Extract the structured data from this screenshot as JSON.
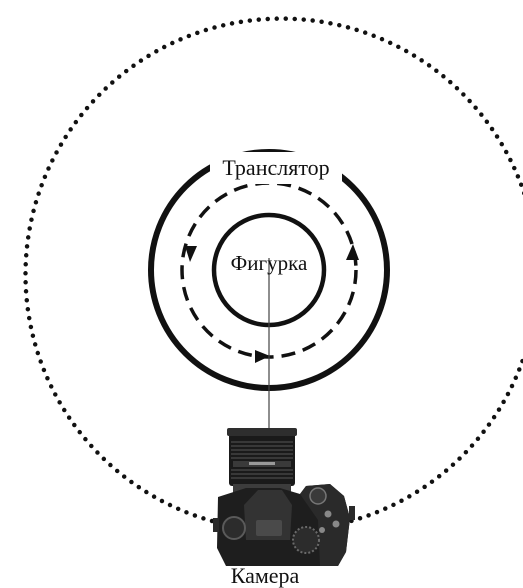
{
  "diagram": {
    "labels": {
      "translator": "Транслятор",
      "figure": "Фигурка",
      "camera": "Камера"
    },
    "colors": {
      "ink": "#111111",
      "background": "#ffffff"
    },
    "icons": {
      "camera": "dslr-camera-icon",
      "rotation_arrows": "counterclockwise-arrows-icon"
    }
  }
}
